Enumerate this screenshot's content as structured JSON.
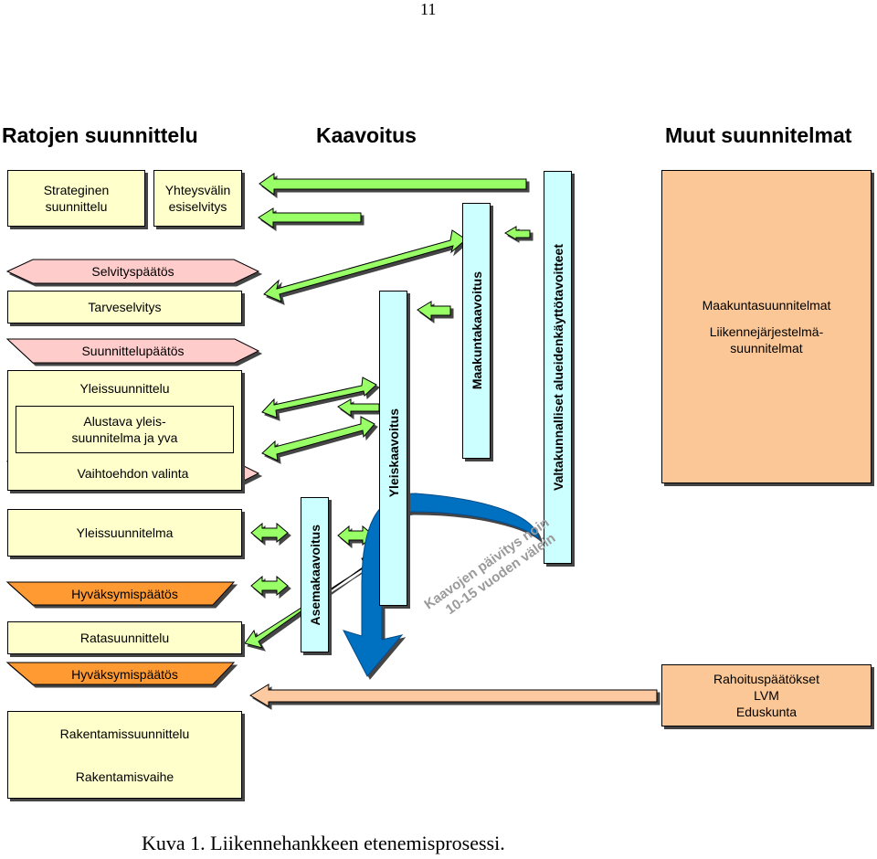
{
  "page_number": "11",
  "headings": {
    "left": "Ratojen suunnittelu",
    "middle": "Kaavoitus",
    "right": "Muut suunnitelmat"
  },
  "left_column": {
    "strateginen": "Strateginen suunnittelu",
    "yhteysvalin": "Yhteysvälin esiselvitys",
    "selvityspaatos": "Selvityspäätös",
    "tarveselvitys": "Tarveselvitys",
    "suunnittelupaatos": "Suunnittelupäätös",
    "yleissuunnittelu": "Yleissuunnittelu",
    "alustava_line1": "Alustava yleis-",
    "alustava_line2": "suunnitelma ja yva",
    "vaihtoehdon": "Vaihtoehdon valinta",
    "yleissuunnitelma": "Yleissuunnitelma",
    "hyvaksymispaatos_1": "Hyväksymispäätös",
    "ratasuunnittelu": "Ratasuunnittelu",
    "hyvaksymispaatos_2": "Hyväksymispäätös",
    "rakentamissuunnittelu": "Rakentamissuunnittelu",
    "rakentamisvaihe": "Rakentamisvaihe"
  },
  "kaavoitus_column": {
    "asemakaavoitus": "Asemakaavoitus",
    "yleiskaavoitus": "Yleiskaavoitus",
    "maakuntakaavoitus": "Maakuntakaavoitus",
    "valtakunnalliset": "Valtakunnalliset alueidenkäyttötavoitteet",
    "paivitys_line1": "Kaavojen päivitys noin",
    "paivitys_line2": "10-15 vuoden välein"
  },
  "right_column": {
    "maakuntasuunnitelmat": "Maakuntasuunnitelmat",
    "liikenne_line1": "Liikennejärjestelmä-",
    "liikenne_line2": "suunnitelmat",
    "rahoitus_line1": "Rahoituspäätökset",
    "rahoitus_line2": "LVM",
    "rahoitus_line3": "Eduskunta"
  },
  "caption": "Kuva 1. Liikennehankkeen etenemisprosessi.",
  "colors": {
    "yellow_box": "#ffffcc",
    "pink_trapezoid": "#ffcccc",
    "orange_trapezoid": "#ff9933",
    "cyan_box": "#ccffff",
    "peach_box": "#fbc796",
    "green_arrow": "#99ff66",
    "salmon_arrow": "#fcc9a0",
    "blue_arrow": "#0070c0",
    "paivitys_text": "#9a9a9a"
  }
}
